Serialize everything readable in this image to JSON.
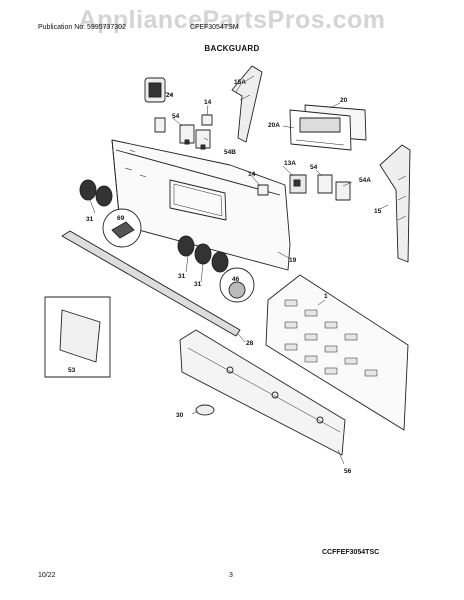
{
  "header": {
    "publication": "Publication No: 5995737302",
    "model": "CFEF3054TSM",
    "watermark": "AppliancePartsPros.com"
  },
  "title": "BACKGUARD",
  "labels": {
    "l24": "24",
    "l14": "14",
    "l15A": "15A",
    "l20": "20",
    "l54a": "54",
    "l54B": "54B",
    "l20A": "20A",
    "l13A": "13A",
    "l54b": "54",
    "l54A": "54A",
    "l31a": "31",
    "l69": "69",
    "l15": "15",
    "l19": "19",
    "l31b": "31",
    "l31c": "31",
    "l46": "46",
    "l1": "1",
    "l28": "28",
    "l53": "53",
    "l30": "30",
    "l56": "56",
    "l14b": "14"
  },
  "footer": {
    "code": "CCFFEF3054TSC",
    "date": "10/22",
    "page": "3"
  }
}
